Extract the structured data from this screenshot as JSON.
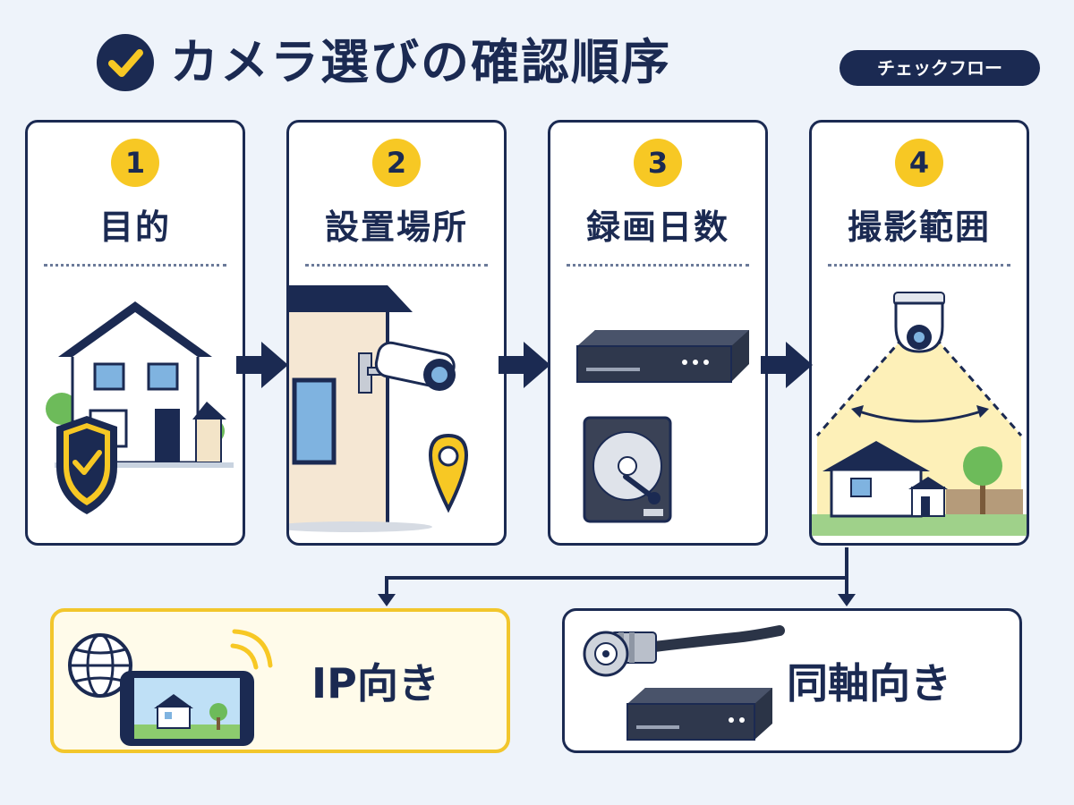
{
  "header": {
    "title": "カメラ選びの確認順序",
    "pill": "チェックフロー"
  },
  "steps": [
    {
      "number": "1",
      "label": "目的"
    },
    {
      "number": "2",
      "label": "設置場所"
    },
    {
      "number": "3",
      "label": "録画日数"
    },
    {
      "number": "4",
      "label": "撮影範囲"
    }
  ],
  "results": {
    "ip": "IP向き",
    "coax": "同軸向き"
  },
  "colors": {
    "navy": "#1b2a52",
    "yellow": "#f7c824",
    "background": "#eef3fa"
  }
}
